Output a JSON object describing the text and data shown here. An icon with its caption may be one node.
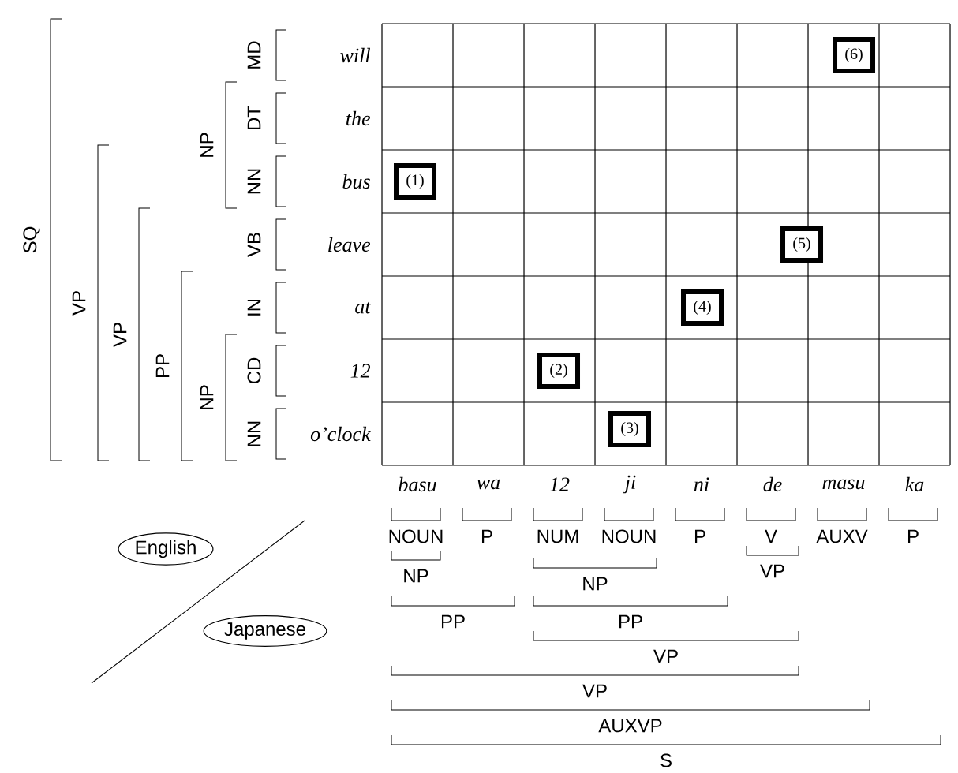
{
  "diagram": {
    "nodes": [
      {
        "text": [
          "(6)"
        ]
      },
      {
        "text": [
          "(1)"
        ]
      },
      {
        "text": [
          "(5)"
        ]
      },
      {
        "text": [
          "(4)"
        ]
      },
      {
        "text": [
          "(2)"
        ]
      },
      {
        "text": [
          "(3)"
        ]
      },
      {
        "text": [
          "English"
        ]
      },
      {
        "text": [
          "Japanese"
        ]
      }
    ],
    "labels": [
      "will",
      "the",
      "bus",
      "leave",
      "at",
      "12",
      "o’clock",
      "MD",
      "DT",
      "NN",
      "VB",
      "IN",
      "CD",
      "NN",
      "SQ",
      "VP",
      "VP",
      "PP",
      "NP",
      "NP",
      "basu",
      "wa",
      "12",
      "ji",
      "ni",
      "de",
      "masu",
      "ka",
      "NOUN",
      "P",
      "NUM",
      "NOUN",
      "P",
      "V",
      "AUXV",
      "P",
      "NP",
      "VP",
      "NP",
      "PP",
      "PP",
      "VP",
      "VP",
      "AUXVP",
      "S"
    ]
  }
}
